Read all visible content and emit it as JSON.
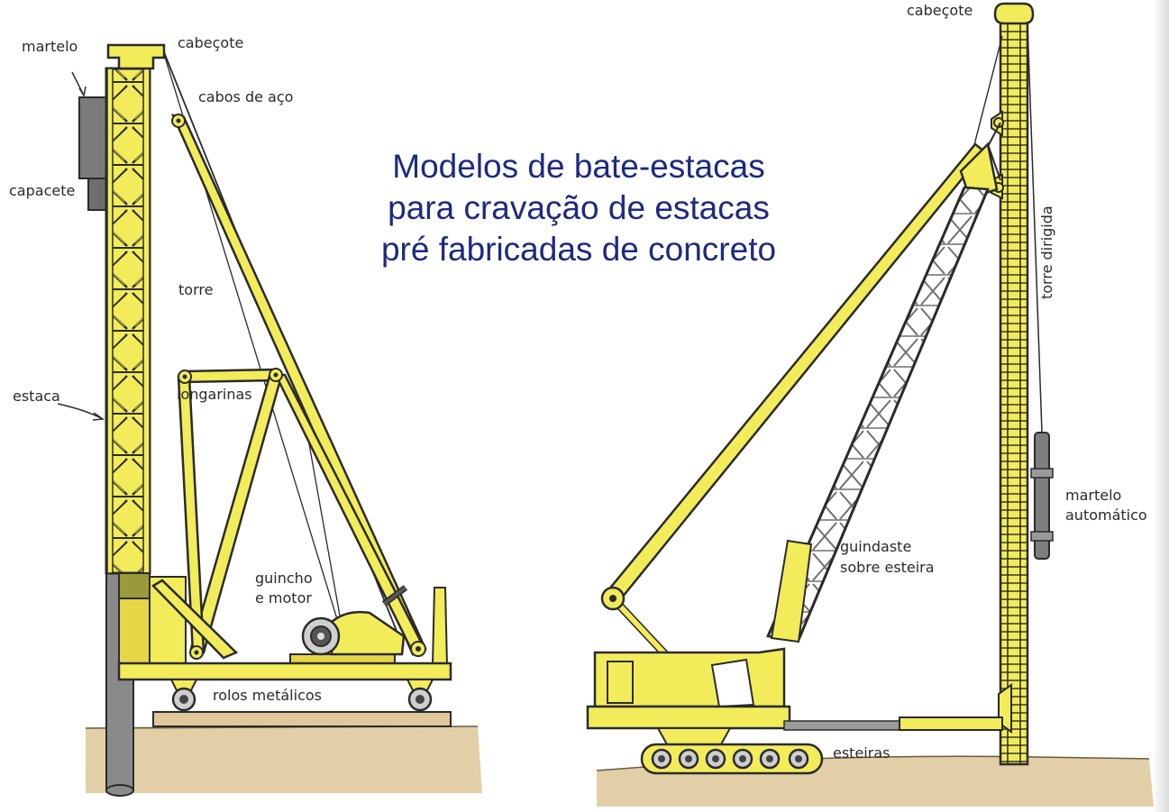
{
  "title": {
    "lines": [
      "Modelos de bate-estacas",
      "para cravação de estacas",
      "pré fabricadas de concreto"
    ],
    "color": "#1c2a80"
  },
  "left_machine": {
    "labels": {
      "martelo": "martelo",
      "cabecote": "cabeçote",
      "cabos": "cabos de aço",
      "capacete": "capacete",
      "torre": "torre",
      "estaca": "estaca",
      "longarinas": "longarinas",
      "guincho_1": "guincho",
      "guincho_2": "e motor",
      "rolos": "rolos metálicos"
    }
  },
  "right_machine": {
    "labels": {
      "cabecote": "cabeçote",
      "torre_dirigida": "torre dirigida",
      "martelo_1": "martelo",
      "martelo_2": "automático",
      "guindaste_1": "guindaste",
      "guindaste_2": "sobre esteira",
      "esteiras": "esteiras"
    }
  },
  "colors": {
    "structure_yellow": "#f2ec5a",
    "outline": "#2b2b2b",
    "pile_gray": "#8a8a8a",
    "ground": "#e2cfa8",
    "lattice_gray": "#9a9a9a"
  }
}
